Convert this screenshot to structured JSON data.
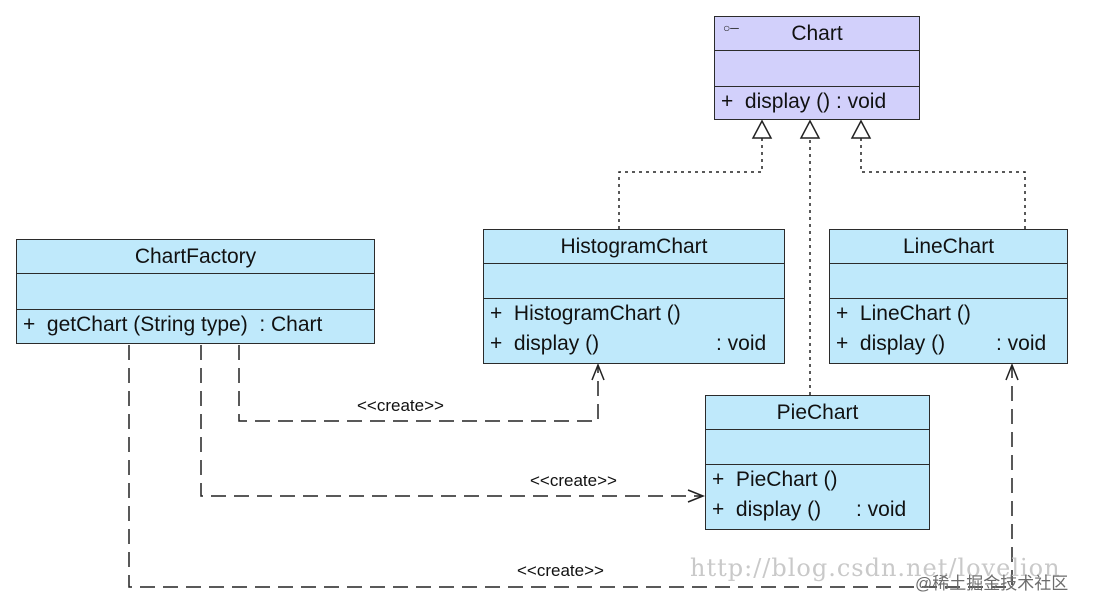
{
  "classes": {
    "chart": {
      "name": "Chart",
      "marker": "○─",
      "operations": [
        {
          "text": "+  display () : void"
        }
      ]
    },
    "chart_factory": {
      "name": "ChartFactory",
      "operations": [
        {
          "text": "+  getChart (String type)  : Chart"
        }
      ]
    },
    "histogram_chart": {
      "name": "HistogramChart",
      "operations": [
        {
          "text": "+  HistogramChart ()",
          "ret": ""
        },
        {
          "text": "+  display ()",
          "ret": ": void"
        }
      ]
    },
    "line_chart": {
      "name": "LineChart",
      "operations": [
        {
          "text": "+  LineChart ()",
          "ret": ""
        },
        {
          "text": "+  display ()",
          "ret": ": void"
        }
      ]
    },
    "pie_chart": {
      "name": "PieChart",
      "operations": [
        {
          "text": "+  PieChart ()",
          "ret": ""
        },
        {
          "text": "+  display ()",
          "ret": ": void"
        }
      ]
    }
  },
  "relations": {
    "create_label": "<<create>>"
  },
  "watermark": {
    "url": "http://blog.csdn.net/lovelion",
    "credit": "@稀土掘金技术社区"
  },
  "colors": {
    "class_fill": "#bfe9fb",
    "interface_fill": "#d2d0fb",
    "border": "#2b2b2b"
  }
}
